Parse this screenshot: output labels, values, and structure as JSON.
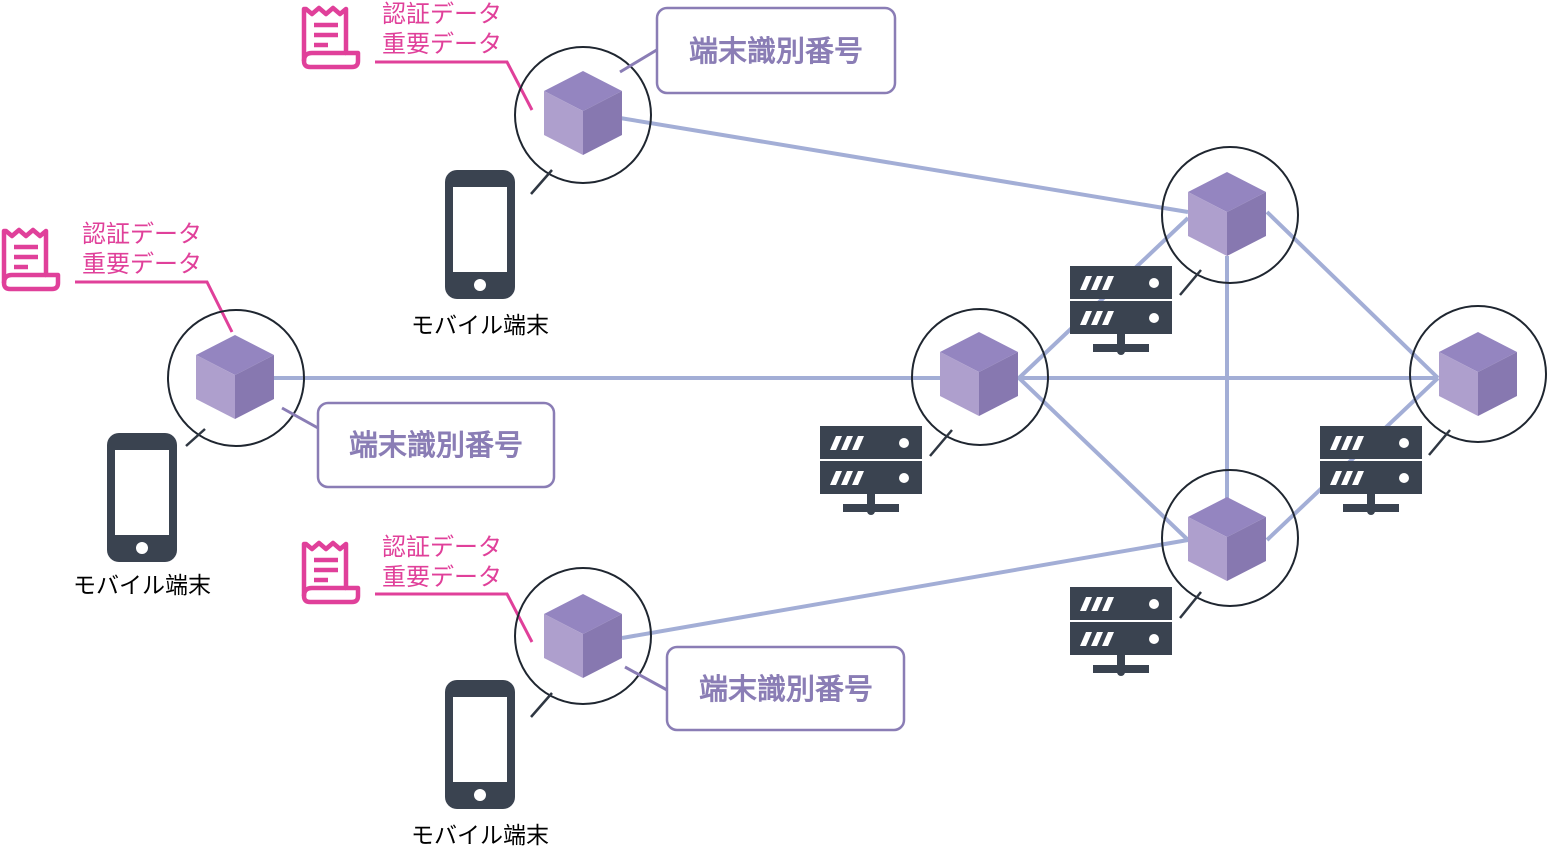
{
  "diagram": {
    "title": "",
    "colors": {
      "edge": "#a3aed6",
      "cube_light": "#ae9fcd",
      "cube_dark": "#8778b0",
      "cube_top": "#9485c0",
      "accent_pink": "#e0409a",
      "accent_purple": "#8a7db5",
      "icon_dark": "#3a4350"
    },
    "mobile_clients": [
      {
        "id": "client-top",
        "device_label": "モバイル端末",
        "data_line1": "認証データ",
        "data_line2": "重要データ",
        "id_label": "端末識別番号",
        "icons": [
          "receipt-icon",
          "smartphone-icon",
          "block-cube-icon"
        ]
      },
      {
        "id": "client-left",
        "device_label": "モバイル端末",
        "data_line1": "認証データ",
        "data_line2": "重要データ",
        "id_label": "端末識別番号",
        "icons": [
          "receipt-icon",
          "smartphone-icon",
          "block-cube-icon"
        ]
      },
      {
        "id": "client-bottom",
        "device_label": "モバイル端末",
        "data_line1": "認証データ",
        "data_line2": "重要データ",
        "id_label": "端末識別番号",
        "icons": [
          "receipt-icon",
          "smartphone-icon",
          "block-cube-icon"
        ]
      }
    ],
    "server_nodes": [
      {
        "id": "node-center",
        "icons": [
          "server-icon",
          "block-cube-icon"
        ]
      },
      {
        "id": "node-top",
        "icons": [
          "server-icon",
          "block-cube-icon"
        ]
      },
      {
        "id": "node-bottom",
        "icons": [
          "server-icon",
          "block-cube-icon"
        ]
      },
      {
        "id": "node-right",
        "icons": [
          "server-icon",
          "block-cube-icon"
        ]
      }
    ],
    "connections": [
      [
        "client-top",
        "node-top"
      ],
      [
        "client-left",
        "node-center"
      ],
      [
        "client-bottom",
        "node-bottom"
      ],
      [
        "node-center",
        "node-top"
      ],
      [
        "node-center",
        "node-bottom"
      ],
      [
        "node-center",
        "node-right"
      ],
      [
        "node-top",
        "node-bottom"
      ],
      [
        "node-top",
        "node-right"
      ],
      [
        "node-bottom",
        "node-right"
      ]
    ]
  }
}
